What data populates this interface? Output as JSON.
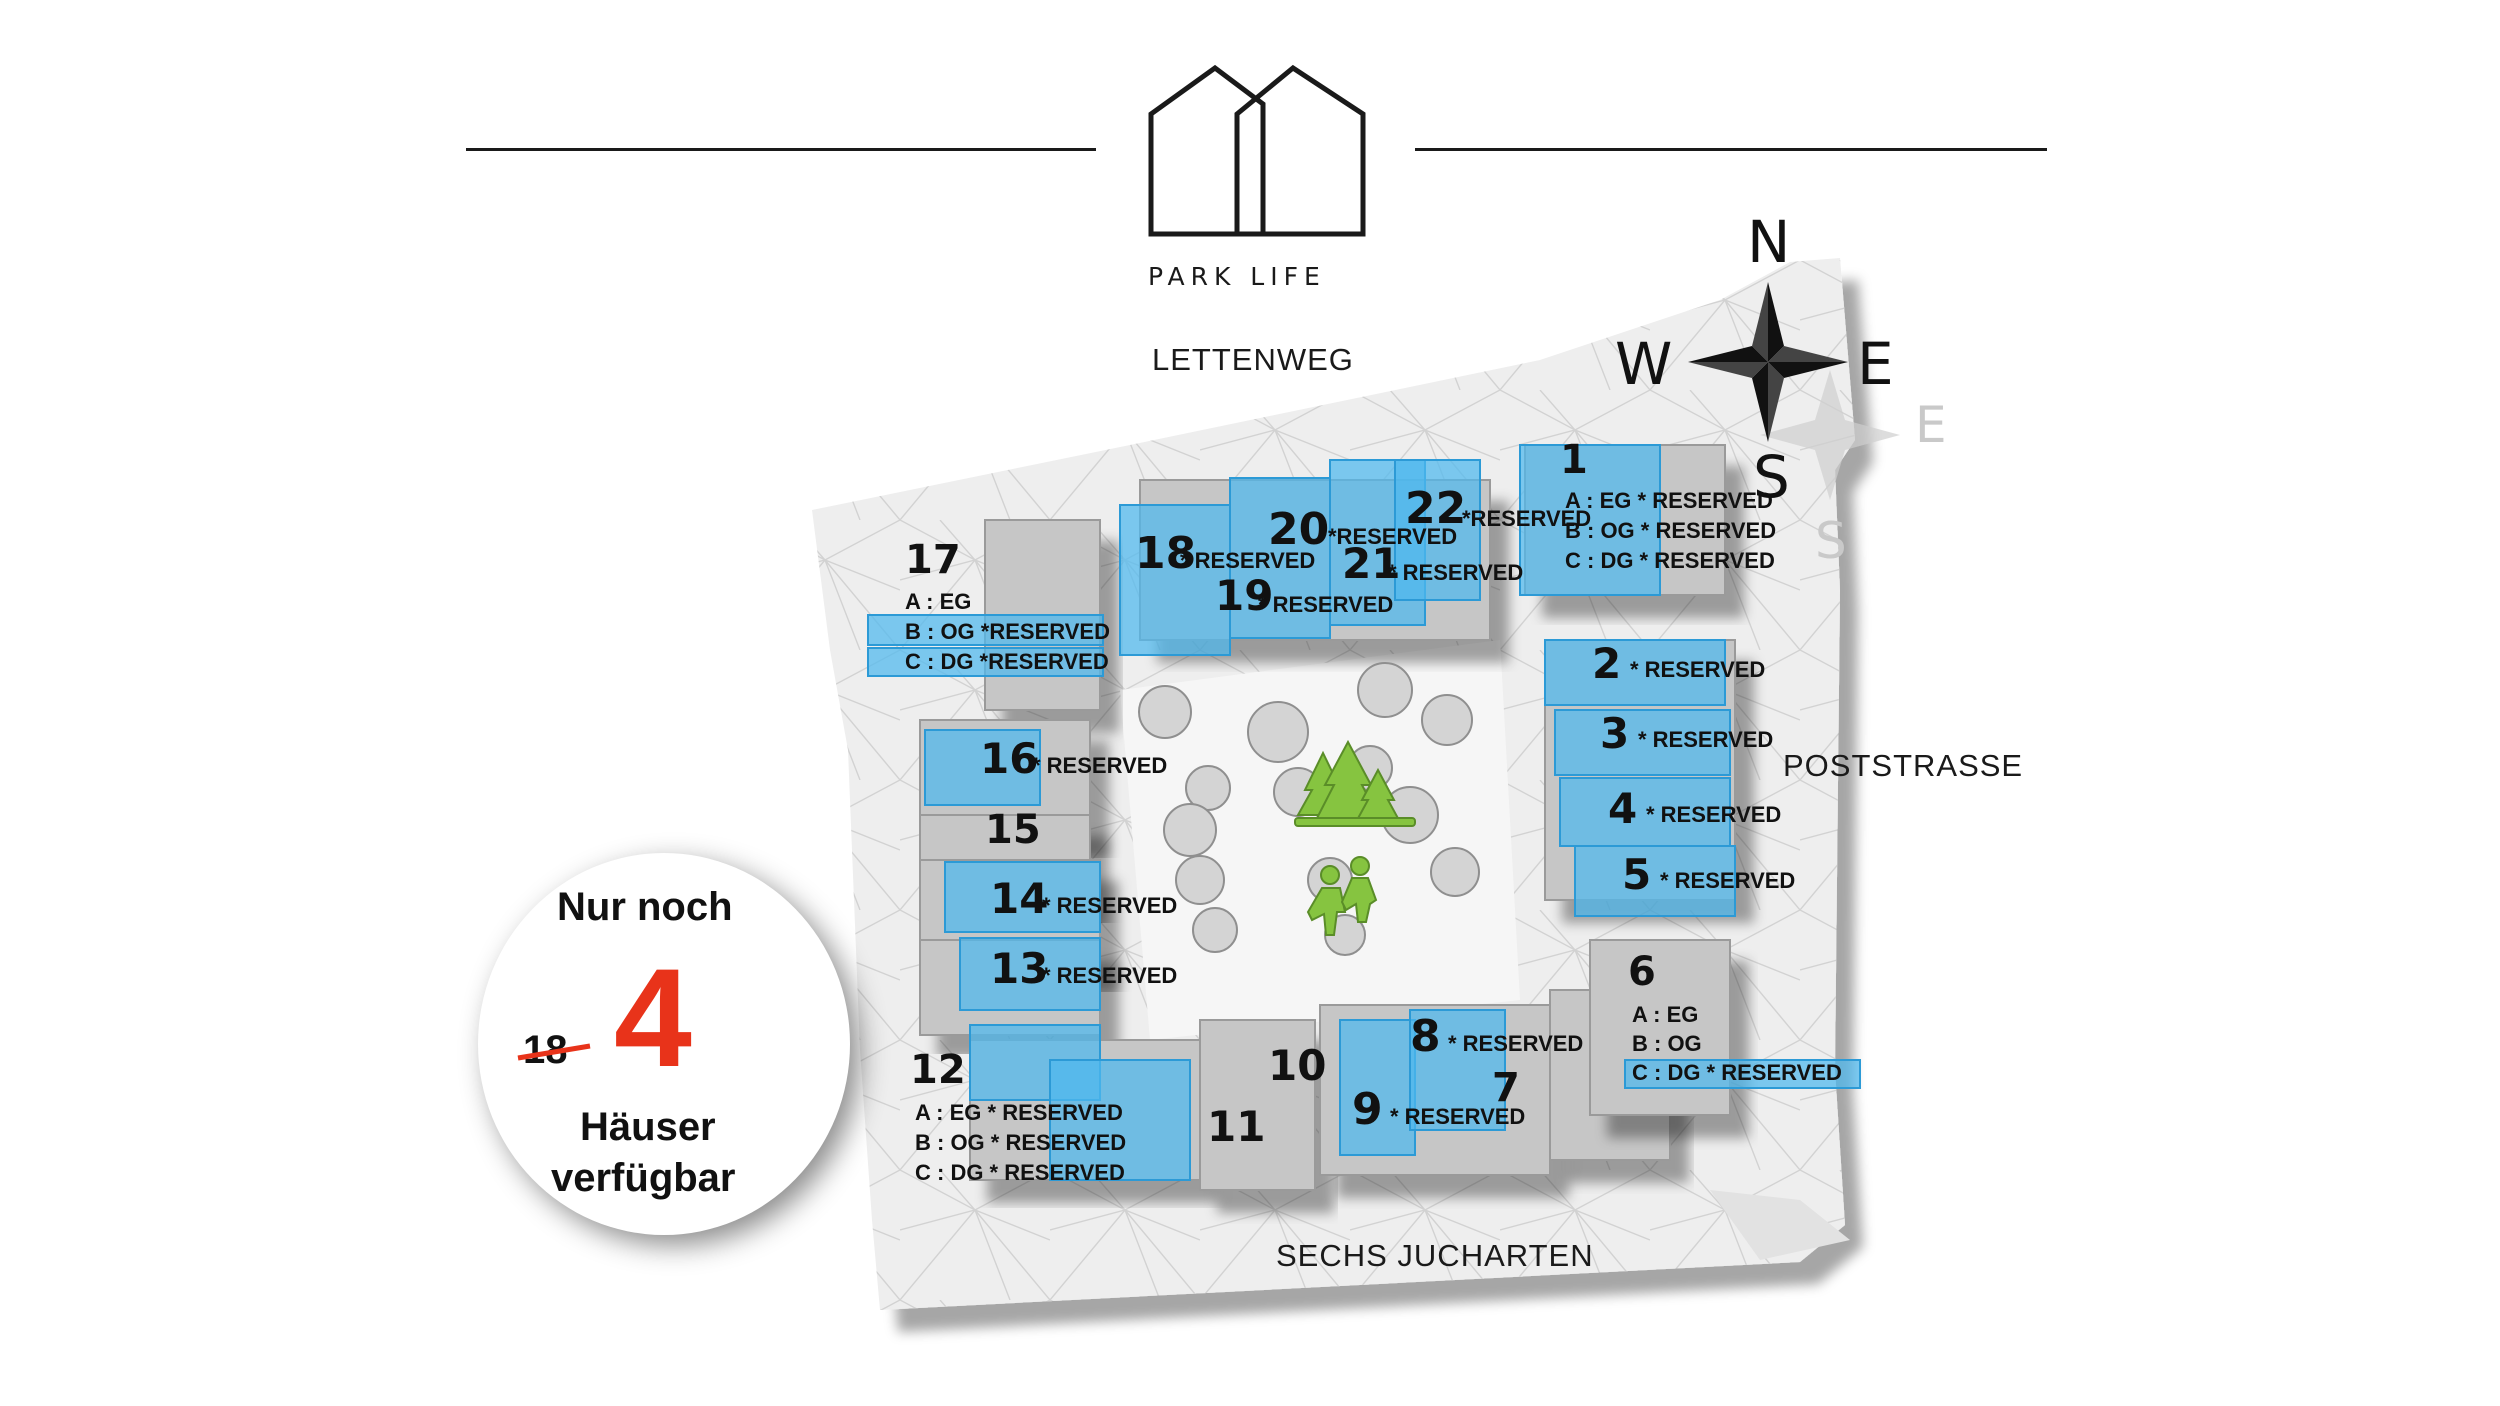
{
  "brand": {
    "name": "PARK LIFE"
  },
  "streets": {
    "north": "LETTENWEG",
    "east": "POSTSTRASSE",
    "south": "SECHS JUCHARTEN"
  },
  "compass": {
    "n": "N",
    "e": "E",
    "s": "S",
    "w": "W"
  },
  "houses": [
    {
      "id": "1",
      "status": "",
      "units": [
        "A : EG * RESERVED",
        "B : OG * RESERVED",
        "C : DG * RESERVED"
      ]
    },
    {
      "id": "2",
      "status": "* RESERVED"
    },
    {
      "id": "3",
      "status": "* RESERVED"
    },
    {
      "id": "4",
      "status": "* RESERVED"
    },
    {
      "id": "5",
      "status": "* RESERVED"
    },
    {
      "id": "6",
      "status": "",
      "units": [
        "A : EG",
        "B : OG",
        "C : DG * RESERVED"
      ]
    },
    {
      "id": "7",
      "status": ""
    },
    {
      "id": "8",
      "status": "* RESERVED"
    },
    {
      "id": "9",
      "status": "* RESERVED"
    },
    {
      "id": "10",
      "status": ""
    },
    {
      "id": "11",
      "status": ""
    },
    {
      "id": "12",
      "status": "",
      "units": [
        "A : EG * RESERVED",
        "B : OG * RESERVED",
        "C : DG * RESERVED"
      ]
    },
    {
      "id": "13",
      "status": "* RESERVED"
    },
    {
      "id": "14",
      "status": "* RESERVED"
    },
    {
      "id": "15",
      "status": ""
    },
    {
      "id": "16",
      "status": "* RESERVED"
    },
    {
      "id": "17",
      "status": "",
      "units": [
        "A : EG",
        "B : OG *RESERVED",
        "C : DG *RESERVED"
      ]
    },
    {
      "id": "18",
      "status": "* RESERVED"
    },
    {
      "id": "19",
      "status": "* RESERVED"
    },
    {
      "id": "20",
      "status": "*RESERVED"
    },
    {
      "id": "21",
      "status": "* RESERVED"
    },
    {
      "id": "22",
      "status": "*RESERVED"
    }
  ],
  "availability": {
    "line1": "Nur noch",
    "old_count": "18",
    "count": "4",
    "line2": "Häuser",
    "line3": "verfügbar"
  },
  "colors": {
    "reserved_overlay": "#4db8ee",
    "count": "#e8331a",
    "park_icon": "#86c440",
    "ground": "#eeeeee",
    "building": "#c8c8c8"
  }
}
